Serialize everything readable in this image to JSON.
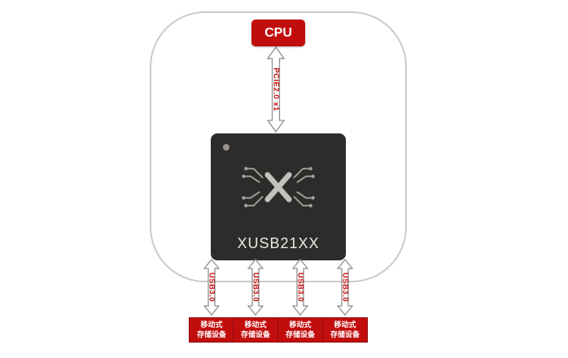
{
  "diagram": {
    "cpu": {
      "label": "CPU"
    },
    "pcie_link": {
      "label": "PCIE2.0 x1"
    },
    "chip": {
      "label": "XUSB21XX"
    },
    "usb_links": [
      {
        "label": "USB3.0"
      },
      {
        "label": "USB3.0"
      },
      {
        "label": "USB3.0"
      },
      {
        "label": "USB3.0"
      }
    ],
    "devices": [
      {
        "line1": "移动式",
        "line2": "存储设备"
      },
      {
        "line1": "移动式",
        "line2": "存储设备"
      },
      {
        "line1": "移动式",
        "line2": "存储设备"
      },
      {
        "line1": "移动式",
        "line2": "存储设备"
      }
    ],
    "colors": {
      "accent_red": "#c20d0d",
      "chip_background": "#2d2c2a",
      "chip_text": "#eceae6",
      "boundary_border": "#cbcbcb",
      "arrow_outline": "#8f8f8f"
    }
  }
}
